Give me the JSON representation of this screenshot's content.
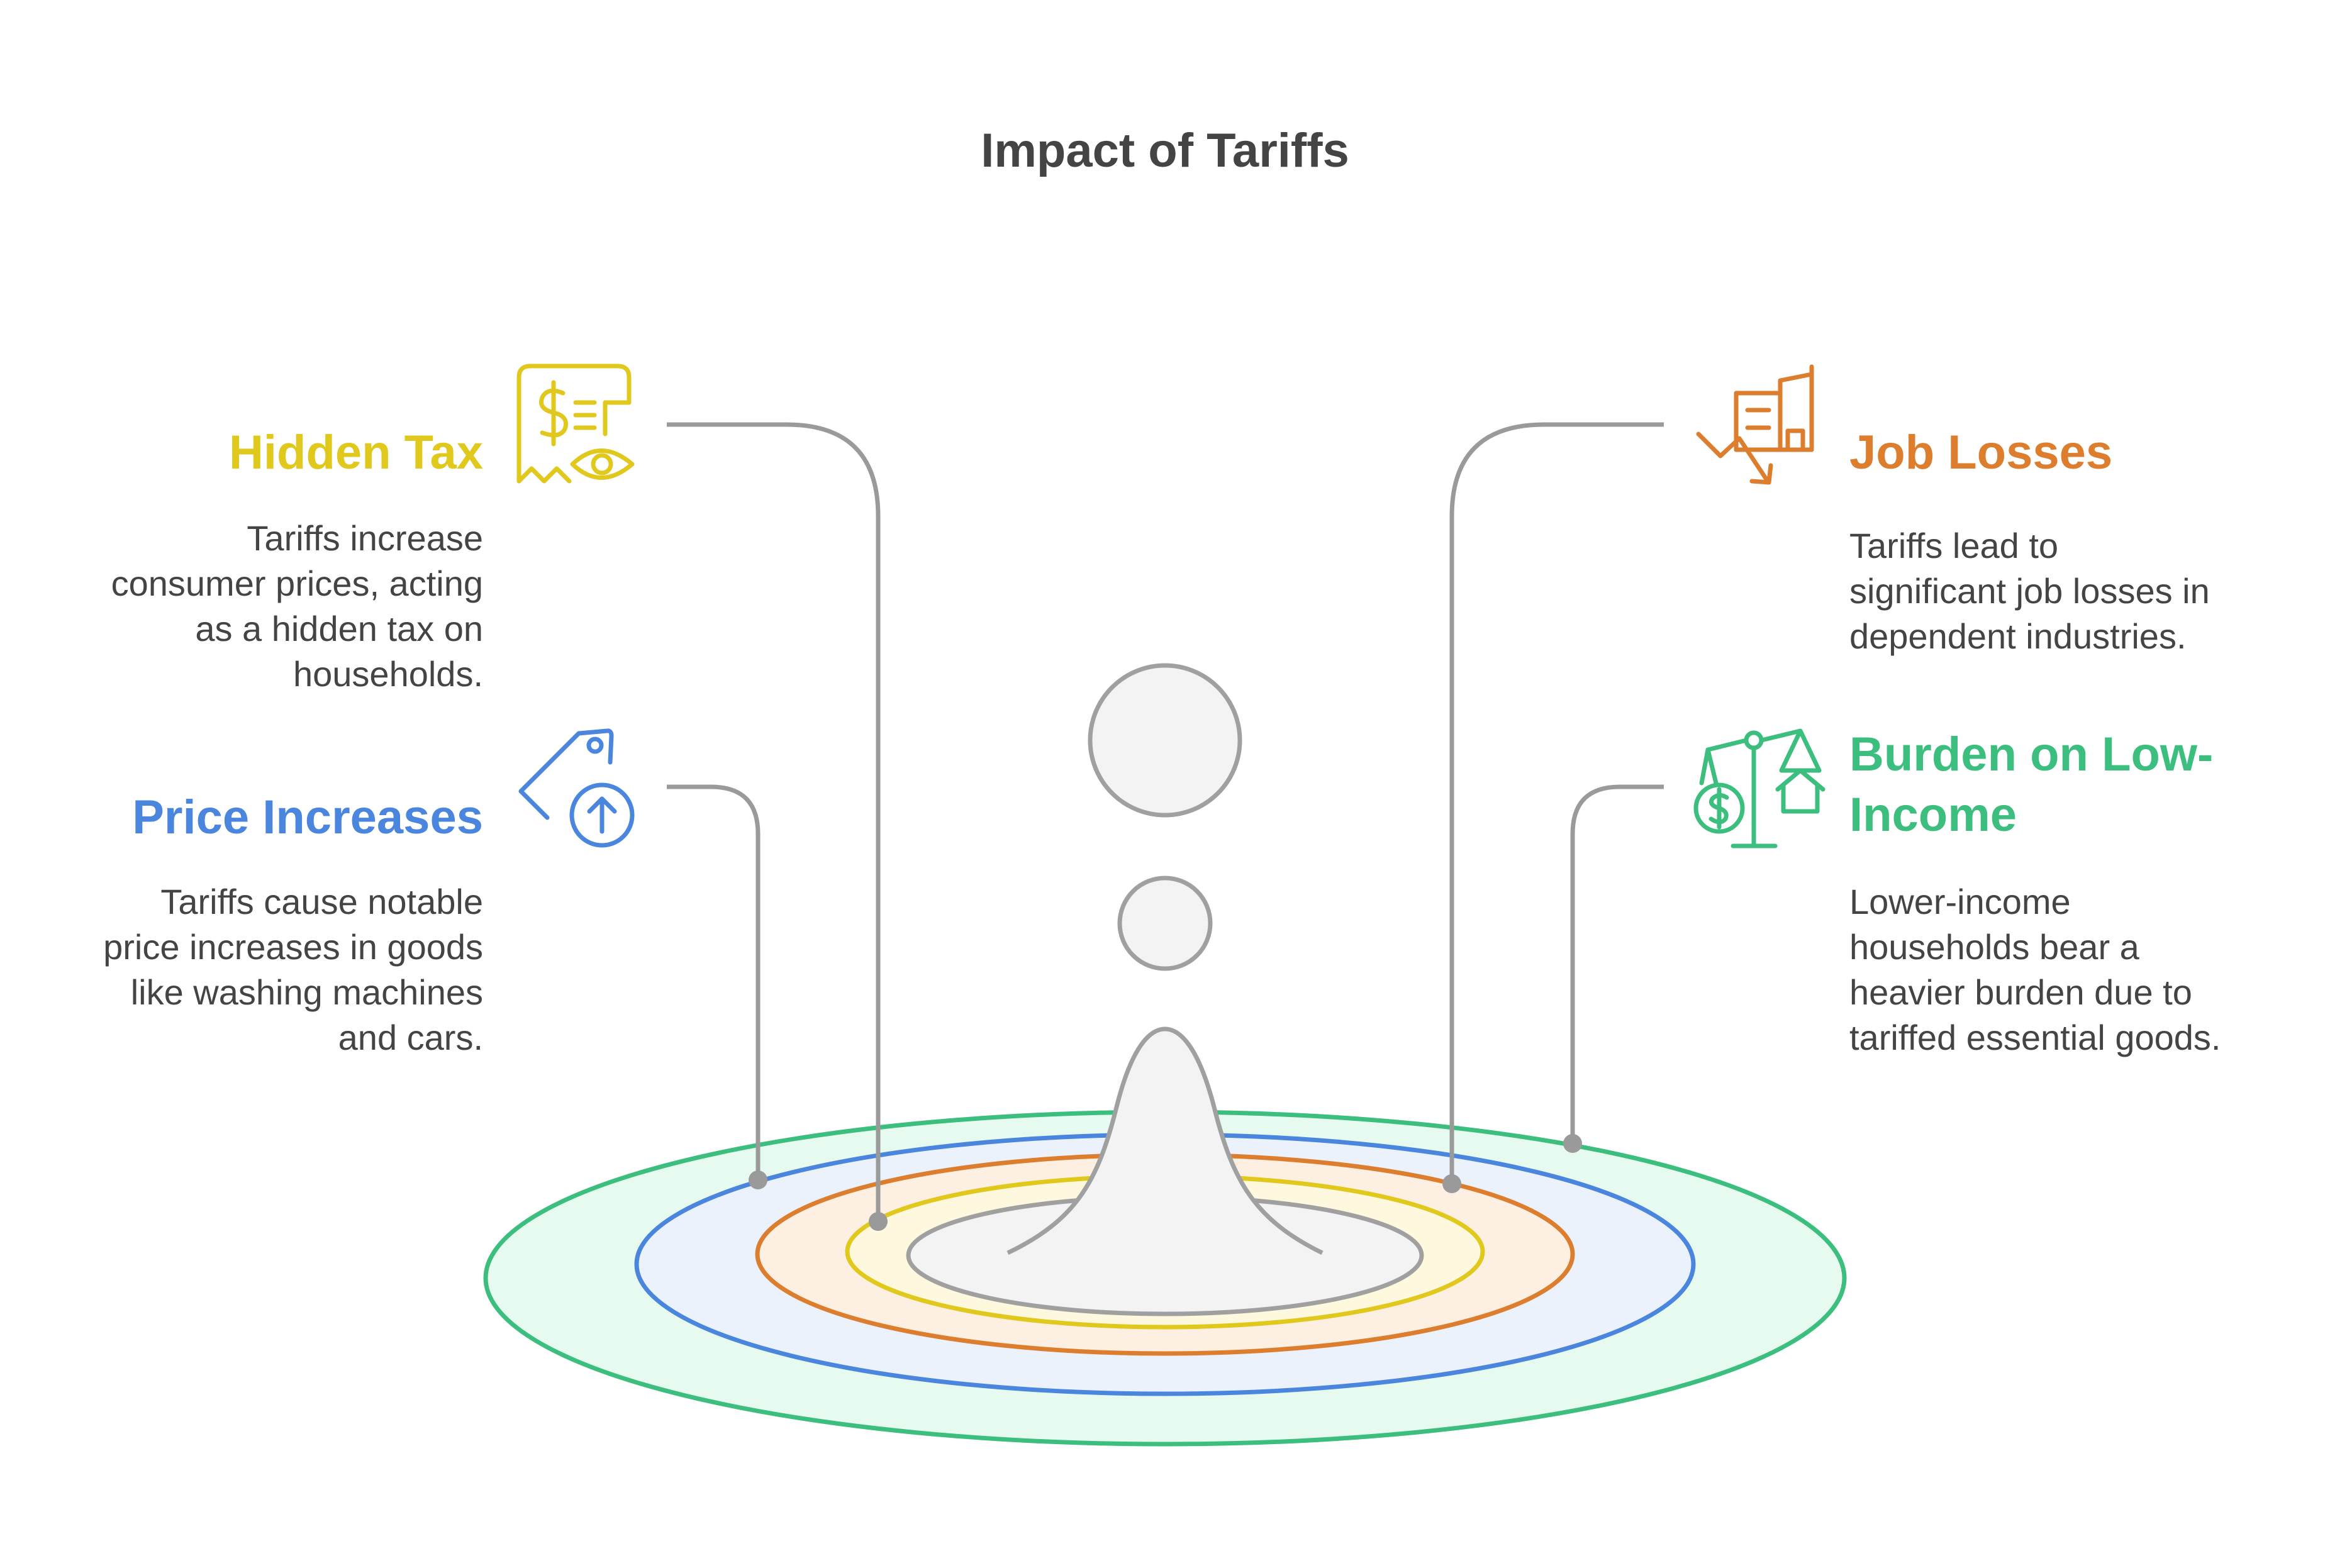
{
  "title": "Impact of Tariffs",
  "colors": {
    "hidden_tax": "#E0C81C",
    "price_increases": "#4A85DE",
    "job_losses": "#DC7E2E",
    "low_income": "#3CBF7E",
    "connector": "#9A9A9A",
    "center_fill": "#F3F3F3",
    "center_stroke": "#A0A0A0"
  },
  "items": {
    "hidden_tax": {
      "heading": "Hidden Tax",
      "lines": [
        "Tariffs increase",
        "consumer prices, acting",
        "as a hidden tax on",
        "households."
      ],
      "icon": "receipt-eye-icon"
    },
    "price_increases": {
      "heading": "Price Increases",
      "lines": [
        "Tariffs cause notable",
        "price increases in goods",
        "like washing machines",
        "and cars."
      ],
      "icon": "price-tag-up-icon"
    },
    "job_losses": {
      "heading": "Job Losses",
      "lines": [
        "Tariffs lead to",
        "significant job losses in",
        "dependent industries."
      ],
      "icon": "building-decline-icon"
    },
    "low_income": {
      "heading_lines": [
        "Burden on Low-",
        "Income"
      ],
      "lines": [
        "Lower-income",
        "households bear a",
        "heavier burden due to",
        "tariffed essential goods."
      ],
      "icon": "scale-dollar-house-icon"
    }
  }
}
